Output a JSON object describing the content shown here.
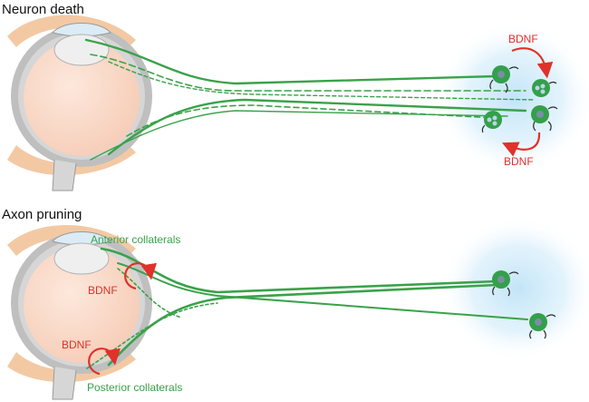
{
  "panels": {
    "top": {
      "title": "Neuron death"
    },
    "bottom": {
      "title": "Axon pruning"
    }
  },
  "labels": {
    "bdnf": "BDNF",
    "anterior_collaterals": "Anterior collaterals",
    "posterior_collaterals": "Posterior collaterals"
  },
  "colors": {
    "axon_green": "#3aa24a",
    "neuron_green": "#33a04a",
    "bdnf_red": "#e0312a",
    "target_glow": "#bfe3f7",
    "eye_fill": "#f9dccd",
    "sclera_outline": "#8e8e8e",
    "cornea": "#dcecf6",
    "lens": "#eeeeee",
    "lid": "#f3c9a4"
  },
  "icons": {
    "bdnf_arrow": "curved-arrow-icon",
    "neuron": "neuron-cell-icon"
  }
}
